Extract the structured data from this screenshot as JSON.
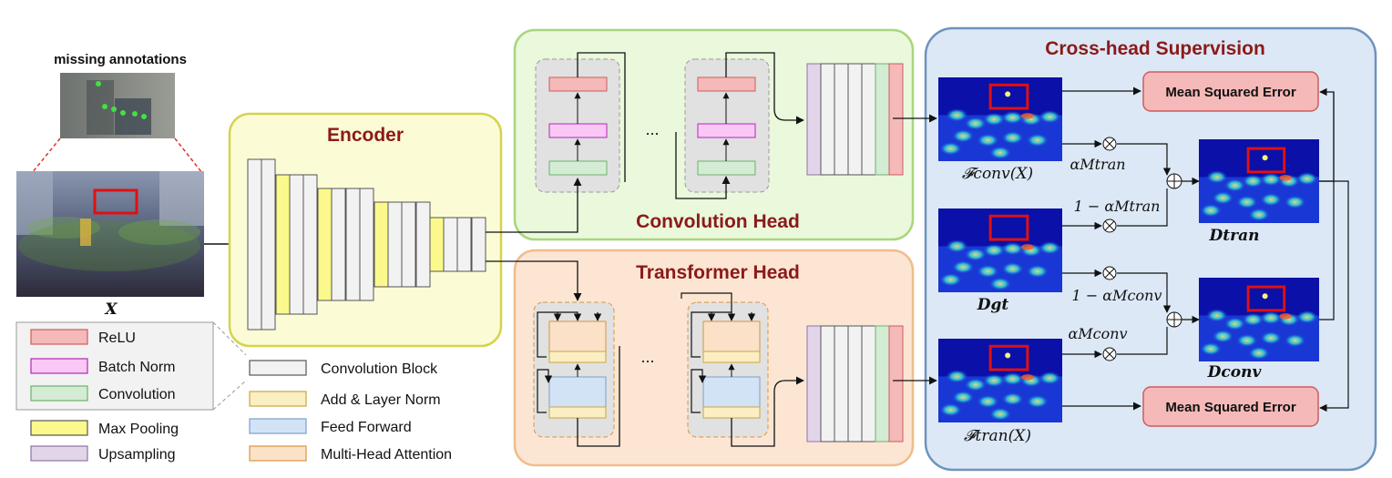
{
  "top_caption": "missing annotations",
  "input_label": "X",
  "encoder": {
    "title": "Encoder"
  },
  "conv_head": {
    "title": "Convolution Head",
    "ellipsis": "..."
  },
  "trans_head": {
    "title": "Transformer Head",
    "ellipsis": "..."
  },
  "cross": {
    "title": "Cross-head Supervision",
    "mse_top": "Mean Squared Error",
    "mse_bottom": "Mean Squared Error",
    "f_conv": "𝓕conv(X)",
    "d_gt": "Dgt",
    "f_tran": "𝓕tran(X)",
    "d_tran": "Dtran",
    "d_conv": "Dconv",
    "alpha_m_tran": "αMtran",
    "one_minus_alpha_m_tran": "1 − αMtran",
    "one_minus_alpha_m_conv": "1 − αMconv",
    "alpha_m_conv": "αMconv"
  },
  "legend": [
    {
      "label": "ReLU",
      "color": "#f4b9b8",
      "border": "#d05b5b"
    },
    {
      "label": "Batch Norm",
      "color": "#f9c8f5",
      "border": "#b228b8"
    },
    {
      "label": "Convolution",
      "color": "#d3ecd3",
      "border": "#6bb36b"
    },
    {
      "label": "Max Pooling",
      "color": "#fbf98c",
      "border": "#555555"
    },
    {
      "label": "Upsampling",
      "color": "#e2d5ea",
      "border": "#8e74a8"
    },
    {
      "label": "Convolution Block",
      "color": "#f2f2f2",
      "border": "#555555"
    },
    {
      "label": "Add & Layer Norm",
      "color": "#fbeec3",
      "border": "#c9a640"
    },
    {
      "label": "Feed Forward",
      "color": "#d2e3f6",
      "border": "#7aa0cc"
    },
    {
      "label": "Multi-Head Attention",
      "color": "#fbe1c8",
      "border": "#d89540"
    }
  ],
  "colors": {
    "encoder_bg": "#fbfbd6",
    "encoder_border": "#d6d34c",
    "conv_bg": "#eaf8dc",
    "conv_border": "#a9d67e",
    "trans_bg": "#fce6d3",
    "trans_border": "#f0bd8b",
    "cross_bg": "#dce8f6",
    "cross_border": "#6e93bd",
    "title_red": "#8b1a1a",
    "box_red": "#e01010"
  }
}
